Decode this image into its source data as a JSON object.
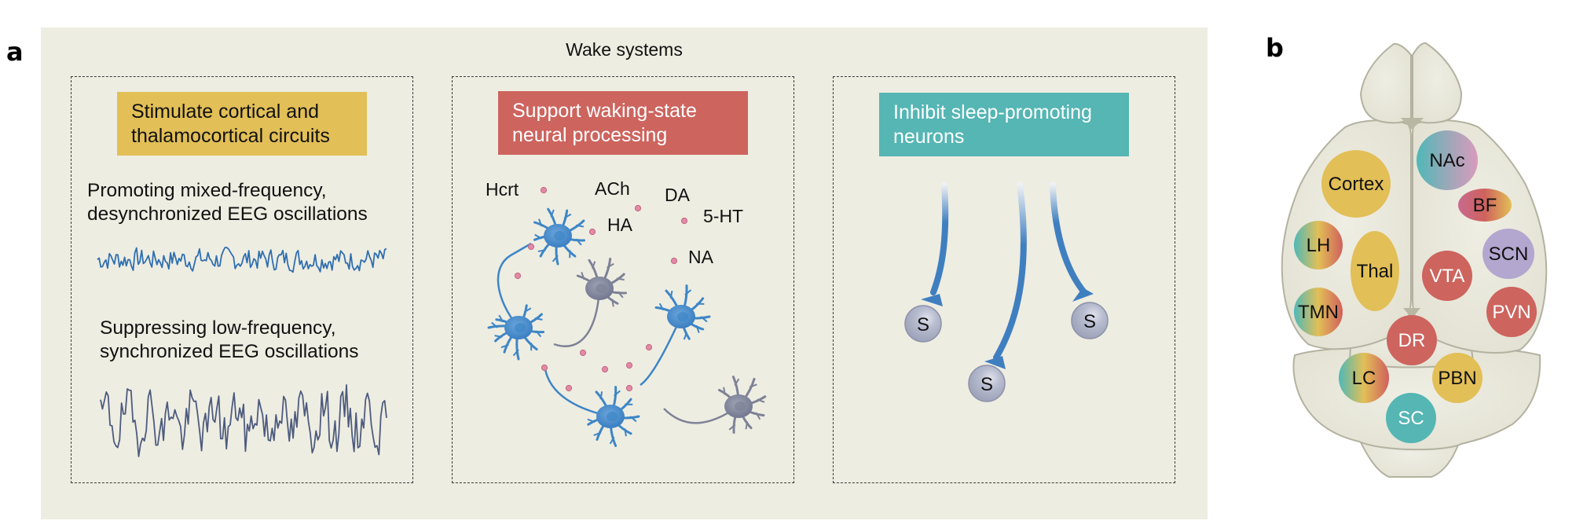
{
  "panel_labels": {
    "a": "a",
    "b": "b"
  },
  "panel_a": {
    "title": "Wake systems",
    "boxes": [
      {
        "heading": [
          "Stimulate cortical and",
          "thalamocortical circuits"
        ],
        "color": "#e2bf57",
        "texts": [
          {
            "lines": [
              "Promoting mixed-frequency,",
              "desynchronized EEG oscillations"
            ],
            "trace": "desynchronized",
            "trace_color": "#2f6fb0"
          },
          {
            "lines": [
              "Suppressing low-frequency,",
              "synchronized EEG oscillations"
            ],
            "trace": "synchronized",
            "trace_color": "#4d5b7e"
          }
        ]
      },
      {
        "heading": [
          "Support waking-state",
          "neural processing"
        ],
        "color": "#cd645e",
        "neurotransmitters": [
          "Hcrt",
          "ACh",
          "DA",
          "5-HT",
          "HA",
          "NA"
        ],
        "neuron_colors": {
          "active": "#3d86c6",
          "inactive": "#7d8296",
          "vesicle": "#e28aa5"
        }
      },
      {
        "heading": [
          "Inhibit sleep-promoting",
          "neurons"
        ],
        "color": "#55b6b4",
        "sleep_neuron_label": "S",
        "axon_color": "#3f7fc0",
        "soma_color": "#b7bccf"
      }
    ]
  },
  "panel_b": {
    "brain_color": "#e8e7da",
    "regions": [
      {
        "label": "Cortex",
        "fill": "#e2bf57",
        "text_color": "#111"
      },
      {
        "label": "NAc",
        "fill": "gradient-teal-pink",
        "text_color": "#111"
      },
      {
        "label": "BF",
        "fill": "gradient-pink-red-yellow",
        "text_color": "#111"
      },
      {
        "label": "LH",
        "fill": "gradient-teal-yellow-red",
        "text_color": "#111"
      },
      {
        "label": "Thal",
        "fill": "#e2bf57",
        "text_color": "#111"
      },
      {
        "label": "SCN",
        "fill": "#b3a6cf",
        "text_color": "#111"
      },
      {
        "label": "VTA",
        "fill": "#cd645e",
        "text_color": "#fff"
      },
      {
        "label": "TMN",
        "fill": "gradient-teal-yellow-red",
        "text_color": "#111"
      },
      {
        "label": "PVN",
        "fill": "#cd645e",
        "text_color": "#fff"
      },
      {
        "label": "DR",
        "fill": "#cd645e",
        "text_color": "#fff"
      },
      {
        "label": "LC",
        "fill": "gradient-teal-yellow-red",
        "text_color": "#111"
      },
      {
        "label": "PBN",
        "fill": "#e2bf57",
        "text_color": "#111"
      },
      {
        "label": "SC",
        "fill": "#55b6b4",
        "text_color": "#fff"
      }
    ]
  }
}
